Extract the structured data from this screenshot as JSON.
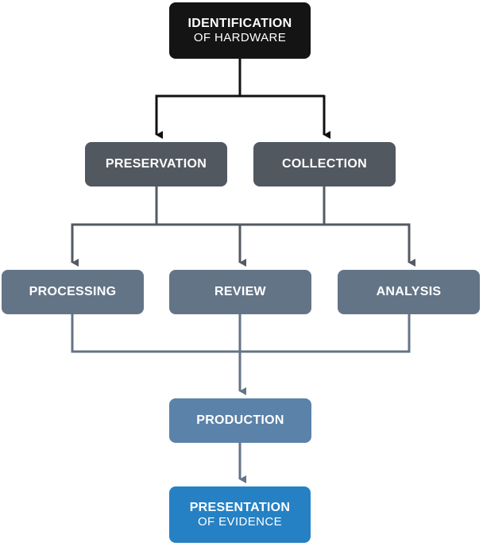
{
  "diagram": {
    "nodes": {
      "identification": {
        "line1": "IDENTIFICATION",
        "line2": "OF HARDWARE",
        "color": "#141414"
      },
      "preservation": {
        "label": "PRESERVATION",
        "color": "#525860"
      },
      "collection": {
        "label": "COLLECTION",
        "color": "#525860"
      },
      "processing": {
        "label": "PROCESSING",
        "color": "#647487"
      },
      "review": {
        "label": "REVIEW",
        "color": "#647487"
      },
      "analysis": {
        "label": "ANALYSIS",
        "color": "#647487"
      },
      "production": {
        "label": "PRODUCTION",
        "color": "#5b82a9"
      },
      "presentation": {
        "line1": "PRESENTATION",
        "line2": "OF EVIDENCE",
        "color": "#2581c4"
      }
    },
    "edges": [
      {
        "from": "identification",
        "to": "preservation"
      },
      {
        "from": "identification",
        "to": "collection"
      },
      {
        "from": "preservation",
        "to": "processing"
      },
      {
        "from": "preservation",
        "to": "review"
      },
      {
        "from": "preservation",
        "to": "analysis"
      },
      {
        "from": "collection",
        "to": "processing"
      },
      {
        "from": "collection",
        "to": "review"
      },
      {
        "from": "collection",
        "to": "analysis"
      },
      {
        "from": "processing",
        "to": "production"
      },
      {
        "from": "review",
        "to": "production"
      },
      {
        "from": "analysis",
        "to": "production"
      },
      {
        "from": "production",
        "to": "presentation"
      }
    ],
    "colors": {
      "line_dark": "#111111",
      "line_slate": "#545a62",
      "line_blue": "#647487"
    }
  }
}
